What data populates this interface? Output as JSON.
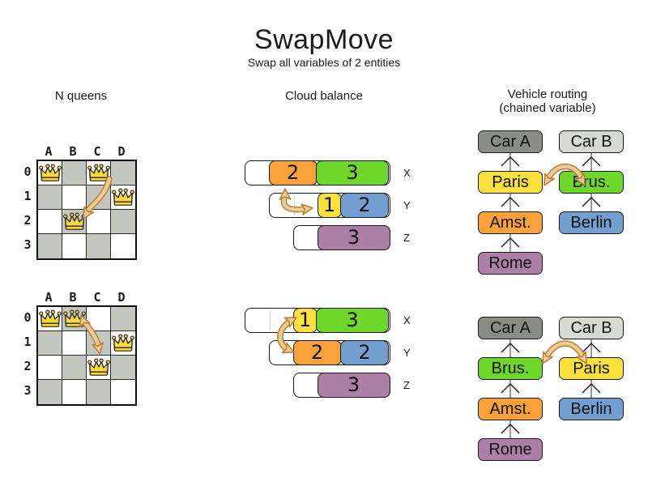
{
  "title": "SwapMove",
  "subtitle": "Swap all variables of 2 entities",
  "colors": {
    "orange": "#F9A13B",
    "green": "#6FD62C",
    "yellow": "#FBE13F",
    "blue": "#729FCF",
    "purple": "#AD7FA8",
    "car_dark": "#8A8D87",
    "car_light": "#D6DAD2",
    "board_gray": "#C3C7BF",
    "board_white": "#FFFFFF",
    "queen_gold": "#FFD83D",
    "swap_arrow_fill": "#EFCB94",
    "swap_arrow_outline": "#B5813B",
    "chain_line": "#808080",
    "chevron": "#1a1a1a"
  },
  "columns": {
    "nqueens": {
      "header": "N queens"
    },
    "cloud": {
      "header": "Cloud balance"
    },
    "vehicle": {
      "header_line1": "Vehicle routing",
      "header_line2": "(chained variable)"
    }
  },
  "nqueens": {
    "col_labels": [
      "A",
      "B",
      "C",
      "D"
    ],
    "row_labels": [
      "0",
      "1",
      "2",
      "3"
    ],
    "before": {
      "queens": [
        {
          "col": 0,
          "row": 0
        },
        {
          "col": 2,
          "row": 0
        },
        {
          "col": 3,
          "row": 1
        },
        {
          "col": 1,
          "row": 2
        }
      ],
      "swap": [
        "C0",
        "B2"
      ]
    },
    "after": {
      "queens": [
        {
          "col": 0,
          "row": 0
        },
        {
          "col": 1,
          "row": 0
        },
        {
          "col": 3,
          "row": 1
        },
        {
          "col": 2,
          "row": 2
        }
      ],
      "swap": [
        "B0",
        "C2"
      ]
    }
  },
  "cloud": {
    "before": {
      "rows": [
        {
          "label": "X",
          "capacity": 6,
          "segments": [
            {
              "value": 2,
              "color": "orange"
            },
            {
              "value": 3,
              "color": "green"
            }
          ]
        },
        {
          "label": "Y",
          "capacity": 5,
          "segments": [
            {
              "value": 1,
              "color": "yellow"
            },
            {
              "value": 2,
              "color": "blue"
            }
          ]
        },
        {
          "label": "Z",
          "capacity": 4,
          "segments": [
            {
              "value": 3,
              "color": "purple"
            }
          ]
        }
      ]
    },
    "after": {
      "rows": [
        {
          "label": "X",
          "capacity": 6,
          "segments": [
            {
              "value": 1,
              "color": "yellow"
            },
            {
              "value": 3,
              "color": "green"
            }
          ]
        },
        {
          "label": "Y",
          "capacity": 5,
          "segments": [
            {
              "value": 2,
              "color": "orange"
            },
            {
              "value": 2,
              "color": "blue"
            }
          ]
        },
        {
          "label": "Z",
          "capacity": 4,
          "segments": [
            {
              "value": 3,
              "color": "purple"
            }
          ]
        }
      ]
    }
  },
  "vehicle": {
    "before": {
      "chains": [
        {
          "nodes": [
            {
              "label": "Car A",
              "color": "car_dark"
            },
            {
              "label": "Paris",
              "color": "yellow"
            },
            {
              "label": "Amst.",
              "color": "orange"
            },
            {
              "label": "Rome",
              "color": "purple"
            }
          ]
        },
        {
          "nodes": [
            {
              "label": "Car B",
              "color": "car_light"
            },
            {
              "label": "Brus.",
              "color": "green"
            },
            {
              "label": "Berlin",
              "color": "blue"
            }
          ]
        }
      ],
      "swap": [
        "Paris",
        "Brus."
      ]
    },
    "after": {
      "chains": [
        {
          "nodes": [
            {
              "label": "Car A",
              "color": "car_dark"
            },
            {
              "label": "Brus.",
              "color": "green"
            },
            {
              "label": "Amst.",
              "color": "orange"
            },
            {
              "label": "Rome",
              "color": "purple"
            }
          ]
        },
        {
          "nodes": [
            {
              "label": "Car B",
              "color": "car_light"
            },
            {
              "label": "Paris",
              "color": "yellow"
            },
            {
              "label": "Berlin",
              "color": "blue"
            }
          ]
        }
      ],
      "swap": [
        "Brus.",
        "Paris"
      ]
    }
  }
}
